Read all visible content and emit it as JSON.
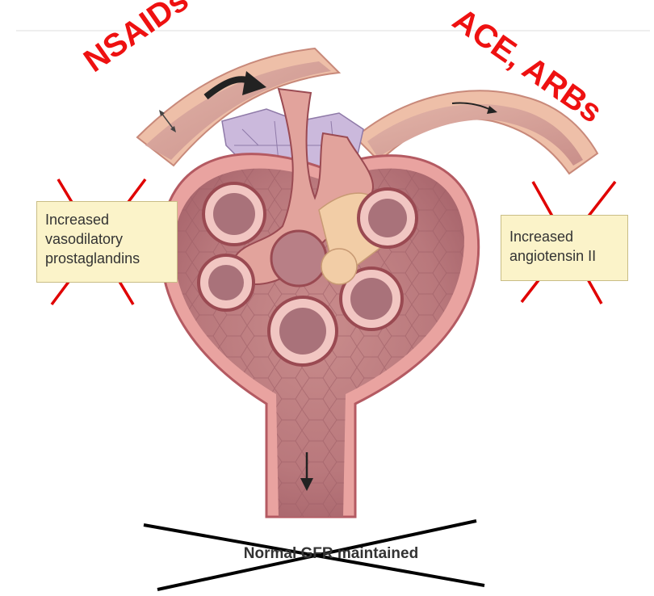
{
  "labels": {
    "left_box": "Increased\nvasodilatory\nprostaglandins",
    "right_box": "Increased\nangiotensin II",
    "caption": "Normal GFR maintained"
  },
  "drugs": {
    "left": "NSAIDs",
    "right": "ACE, ARBs"
  },
  "colors": {
    "drug_text": "#ee1111",
    "red_cross": "#e00000",
    "black_cross": "#000000",
    "label_box_fill": "#fbf3c9"
  }
}
